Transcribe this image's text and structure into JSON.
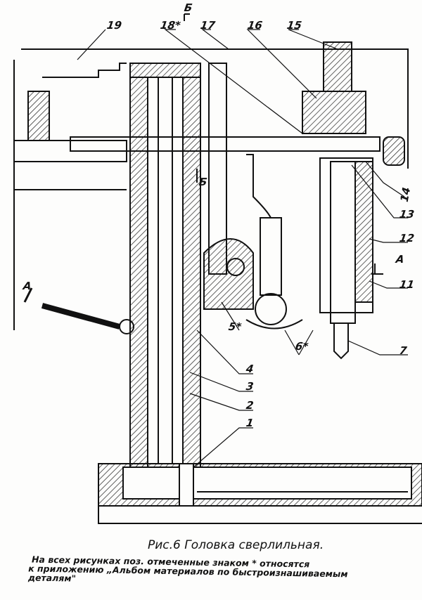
{
  "figure": {
    "caption": "Рис.6 Головка сверлильная.",
    "note_line1": "На всех рисунках поз. отмеченные знаком * относятся",
    "note_line2": "к приложению „Альбом материалов по быстроизнашиваемым деталям\""
  },
  "labels": {
    "p19": "19",
    "p18": "18*",
    "sectionB_top": "Б",
    "p17": "17",
    "p16": "16",
    "p15": "15",
    "p14": "14",
    "p13": "13",
    "p12": "12",
    "sectionA_right": "A",
    "p11": "11",
    "p7": "7",
    "p6": "6*",
    "p5": "5*",
    "p4": "4",
    "p3": "3",
    "p2": "2",
    "p1": "1",
    "sectionA_left": "A",
    "sectionB_mid": "Б"
  }
}
